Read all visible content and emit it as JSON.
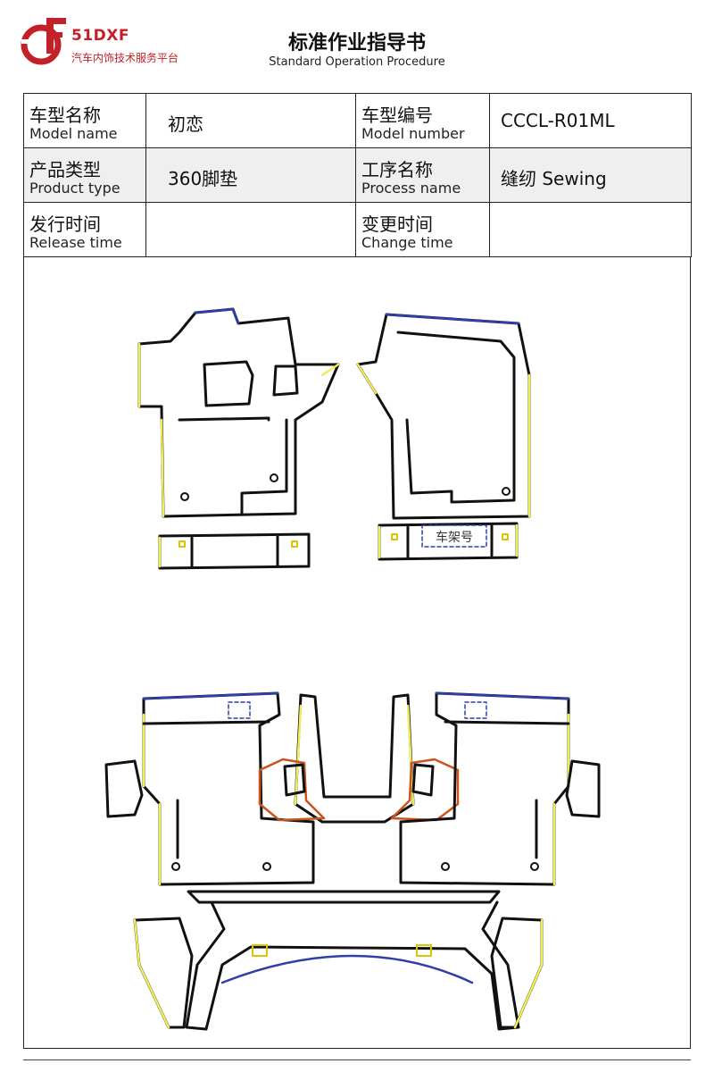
{
  "logo": {
    "brand": "51DXF",
    "subtitle": "汽车内饰技术服务平台",
    "color": "#c3202a"
  },
  "header": {
    "title_cn": "标准作业指导书",
    "title_en": "Standard Operation Procedure"
  },
  "info_table": {
    "model_name": {
      "label_cn": "车型名称",
      "label_en": "Model name",
      "value": "初恋"
    },
    "model_number": {
      "label_cn": "车型编号",
      "label_en": "Model number",
      "value": "CCCL-R01ML"
    },
    "product_type": {
      "label_cn": "产品类型",
      "label_en": "Product type",
      "value": "360脚垫"
    },
    "process_name": {
      "label_cn": "工序名称",
      "label_en": "Process name",
      "value": "缝纫 Sewing"
    },
    "release_time": {
      "label_cn": "发行时间",
      "label_en": "Release time",
      "value": ""
    },
    "change_time": {
      "label_cn": "变更时间",
      "label_en": "Change time",
      "value": ""
    }
  },
  "drawing": {
    "frame_label": "车架号",
    "colors": {
      "outline": "#111111",
      "edge_yellow": "#f0ec5a",
      "edge_blue": "#2f3fa8",
      "edge_orange": "#c8541e"
    }
  }
}
